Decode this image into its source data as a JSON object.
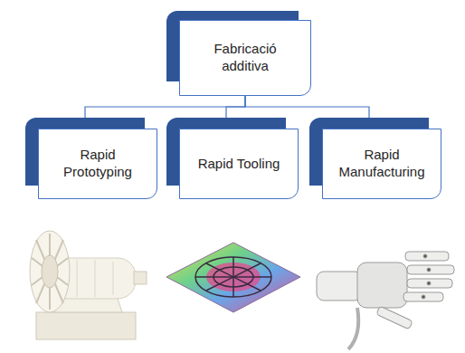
{
  "diagram": {
    "nodes": [
      {
        "text": [
          "Fabricació additiva"
        ]
      },
      {
        "text": [
          "Rapid Prototyping"
        ]
      },
      {
        "text": [
          "Rapid Tooling"
        ]
      },
      {
        "text": [
          "Rapid Manufacturing"
        ]
      }
    ],
    "edges": [
      {
        "from": 0,
        "to": 1,
        "arrow": "none"
      },
      {
        "from": 0,
        "to": 2,
        "arrow": "none"
      },
      {
        "from": 0,
        "to": 3,
        "arrow": "none"
      }
    ]
  }
}
